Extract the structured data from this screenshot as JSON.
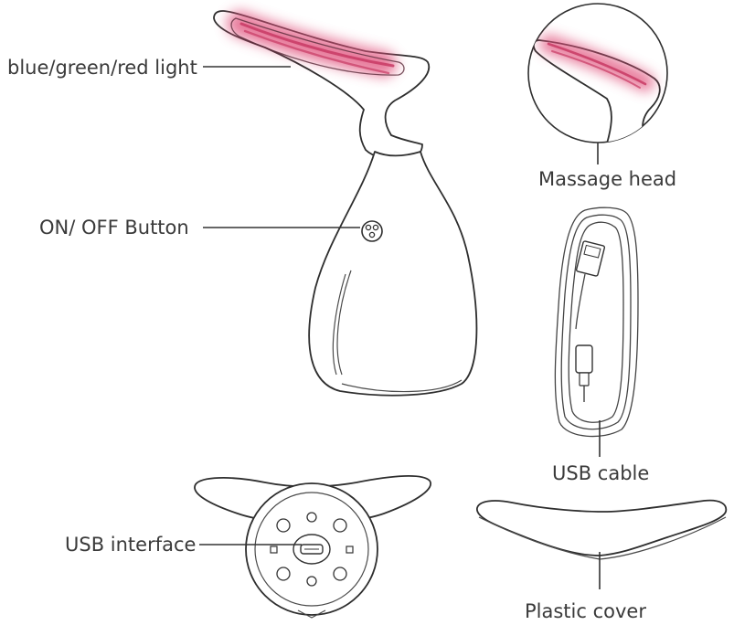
{
  "labels": {
    "light": "blue/green/red light",
    "button": "ON/ OFF Button",
    "massage_head": "Massage head",
    "usb_cable": "USB cable",
    "usb_interface": "USB interface",
    "plastic_cover": "Plastic cover"
  },
  "colors": {
    "outline": "#2e2e2e",
    "glow": "#e0507a",
    "glow_core": "#f07a9a",
    "text": "#3a3a3a"
  }
}
